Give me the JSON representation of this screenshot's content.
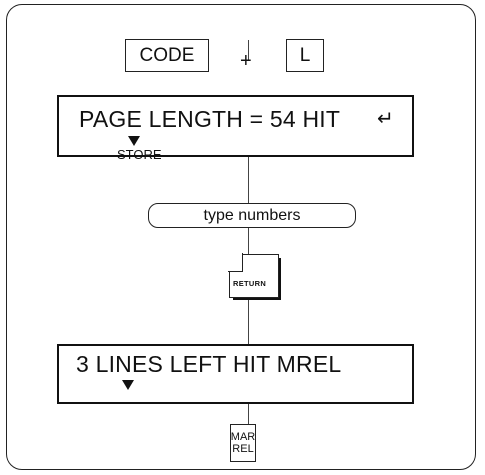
{
  "keys": {
    "code": "CODE",
    "plus": "+",
    "l": "L",
    "return": "RETURN",
    "marrel_line1": "MAR",
    "marrel_line2": "REL"
  },
  "display1": {
    "text": "PAGE LENGTH = 54 HIT",
    "return_symbol": "↵",
    "caption": "STORE"
  },
  "prompt": {
    "label": "type numbers"
  },
  "display2": {
    "text": "3 LINES LEFT HIT MREL"
  },
  "icons": {
    "return_symbol": "return-arrow",
    "pointer": "down-triangle"
  }
}
